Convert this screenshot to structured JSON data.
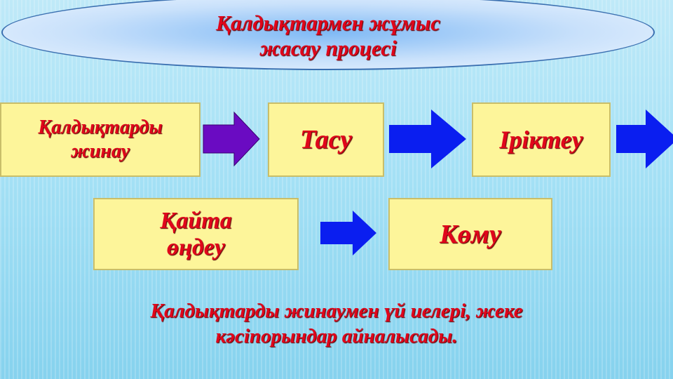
{
  "title": {
    "line1": "Қалдықтармен жұмыс",
    "line2": "жасау процесі"
  },
  "steps": [
    {
      "line1": "Қалдықтарды",
      "line2": "жинау"
    },
    {
      "line1": "Тасу"
    },
    {
      "line1": "Іріктеу"
    },
    {
      "line1": "Қайта",
      "line2": "өңдеу"
    },
    {
      "line1": "Көму"
    }
  ],
  "footer": {
    "line1": "Қалдықтарды жинаумен үй иелері, жеке",
    "line2": "кәсіпорындар айналысады."
  },
  "colors": {
    "text": "#e0061b",
    "box": "#fdf59a",
    "arrow_first": "#6a0bc2",
    "arrow": "#0a1ef0"
  }
}
